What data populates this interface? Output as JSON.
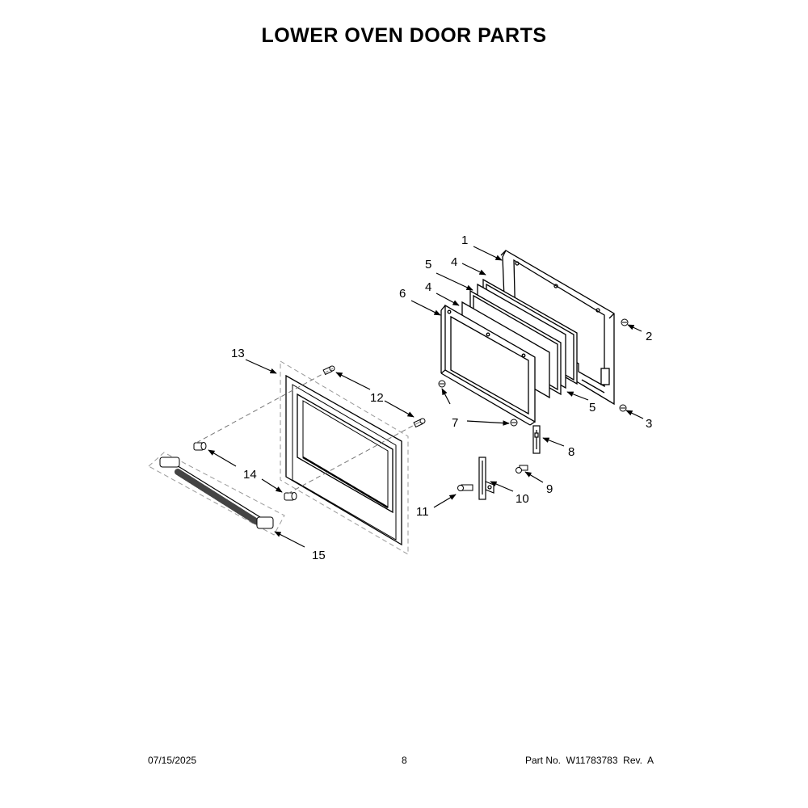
{
  "title": "LOWER OVEN DOOR PARTS",
  "callouts": {
    "c1": "1",
    "c2": "2",
    "c3": "3",
    "c4a": "4",
    "c4b": "4",
    "c5a": "5",
    "c5b": "5",
    "c6": "6",
    "c7": "7",
    "c8": "8",
    "c9": "9",
    "c10": "10",
    "c11": "11",
    "c12": "12",
    "c13": "13",
    "c14": "14",
    "c15": "15"
  },
  "footer": {
    "date": "07/15/2025",
    "page": "8",
    "part": "Part No.  W11783783  Rev.  A"
  },
  "colors": {
    "line": "#000000",
    "phantom": "#9a9a9a",
    "part_fill": "#ffffff",
    "handle_grip": "#444444"
  }
}
